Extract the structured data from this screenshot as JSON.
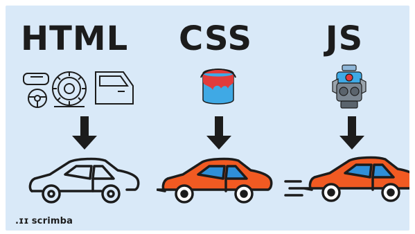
{
  "columns": [
    {
      "heading": "HTML",
      "icon_name": "car-parts-outline-icon"
    },
    {
      "heading": "CSS",
      "icon_name": "paint-bucket-icon"
    },
    {
      "heading": "JS",
      "icon_name": "engine-icon"
    }
  ],
  "brand": {
    "mark": ".ɪɪ",
    "name": "scrimba"
  },
  "colors": {
    "background": "#d9e9f8",
    "car_body": "#f15a22",
    "car_window": "#2f8fd8",
    "paint_blue": "#3fa9e5",
    "paint_red": "#e23b3b",
    "ink": "#1c1c1c"
  }
}
